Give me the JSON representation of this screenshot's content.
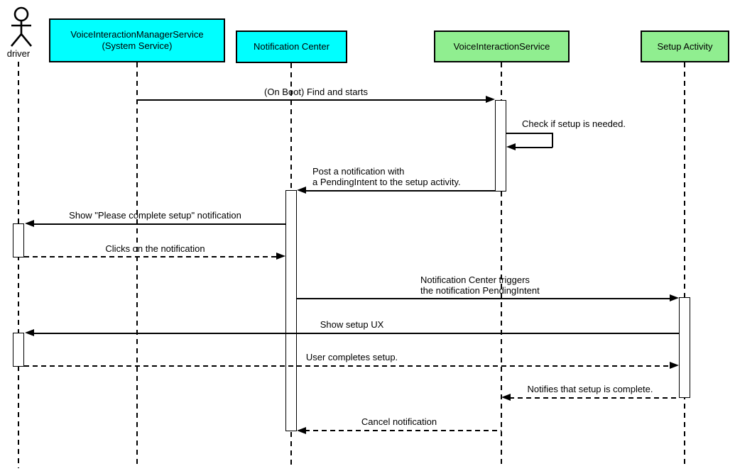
{
  "colors": {
    "system_participant_fill": "#00ffff",
    "service_participant_fill": "#90ee90",
    "line": "#000000",
    "activation_fill": "#ffffff",
    "background": "#ffffff"
  },
  "participants": {
    "driver": {
      "label": "driver",
      "type": "actor"
    },
    "manager_service": {
      "line1": "VoiceInteractionManagerService",
      "line2": "(System Service)",
      "fill": "#00ffff"
    },
    "notification_center": {
      "label": "Notification Center",
      "fill": "#00ffff"
    },
    "voice_interaction_service": {
      "label": "VoiceInteractionService",
      "fill": "#90ee90"
    },
    "setup_activity": {
      "label": "Setup Activity",
      "fill": "#90ee90"
    }
  },
  "messages": {
    "on_boot": {
      "label": "(On Boot) Find and starts",
      "from": "VoiceInteractionManagerService (System Service)",
      "to": "VoiceInteractionService",
      "line": "solid"
    },
    "check_setup": {
      "label": "Check if setup is needed.",
      "from": "VoiceInteractionService",
      "to": "VoiceInteractionService",
      "line": "solid-self"
    },
    "post_notification": {
      "line1": "Post a notification with",
      "line2": "a PendingIntent to the setup activity.",
      "from": "VoiceInteractionService",
      "to": "Notification Center",
      "line": "solid"
    },
    "show_notification": {
      "label": "Show \"Please complete setup\" notification",
      "from": "Notification Center",
      "to": "driver",
      "line": "solid"
    },
    "clicks_notification": {
      "label": "Clicks on the notification",
      "from": "driver",
      "to": "Notification Center",
      "line": "dashed"
    },
    "trigger_pending_intent": {
      "line1": "Notification Center triggers",
      "line2": "the notification PendingIntent",
      "from": "Notification Center",
      "to": "Setup Activity",
      "line": "solid"
    },
    "show_setup_ux": {
      "label": "Show setup UX",
      "from": "Setup Activity",
      "to": "driver",
      "line": "solid"
    },
    "user_completes_setup": {
      "label": "User completes setup.",
      "from": "driver",
      "to": "Setup Activity",
      "line": "dashed"
    },
    "notifies_complete": {
      "label": "Notifies that setup is complete.",
      "from": "Setup Activity",
      "to": "VoiceInteractionService",
      "line": "dashed"
    },
    "cancel_notification": {
      "label": "Cancel notification",
      "from": "VoiceInteractionService",
      "to": "Notification Center",
      "line": "dashed"
    }
  }
}
